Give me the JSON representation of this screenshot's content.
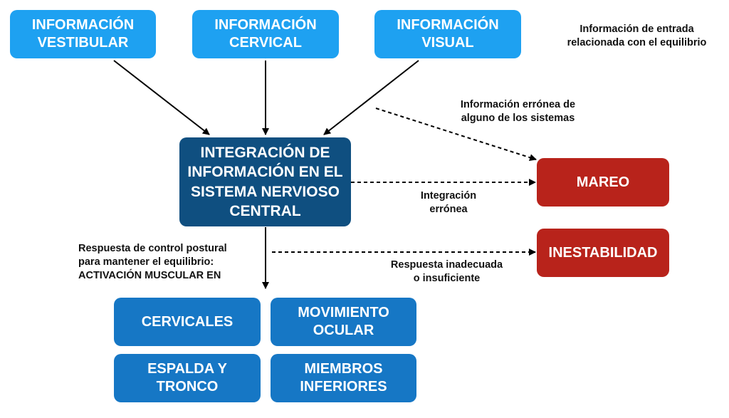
{
  "inputs": {
    "vestibular": "INFORMACIÓN\nVESTIBULAR",
    "cervical": "INFORMACIÓN\nCERVICAL",
    "visual": "INFORMACIÓN\nVISUAL"
  },
  "input_caption": "Información de entrada\nrelacionada con el equilibrio",
  "central": "INTEGRACIÓN DE\nINFORMACIÓN EN EL\nSISTEMA NERVIOSO\nCENTRAL",
  "outcomes": {
    "mareo": "MAREO",
    "inestabilidad": "INESTABILIDAD"
  },
  "edge_labels": {
    "erroneous_info": "Información errónea de\nalguno de los sistemas",
    "erroneous_integration": "Integración\nerrónea",
    "inadequate_response": "Respuesta inadecuada\no insuficiente",
    "postural_response": "Respuesta de control postural\npara mantener el equilibrio:\nACTIVACIÓN MUSCULAR EN"
  },
  "muscles": {
    "cervicales": "CERVICALES",
    "ocular": "MOVIMIENTO\nOCULAR",
    "espalda": "ESPALDA Y\nTRONCO",
    "miembros": "MIEMBROS\nINFERIORES"
  },
  "colors": {
    "input_box": "#1ea1f1",
    "central_box": "#0f4f80",
    "muscle_box": "#1677c5",
    "outcome_box": "#b8231b"
  }
}
